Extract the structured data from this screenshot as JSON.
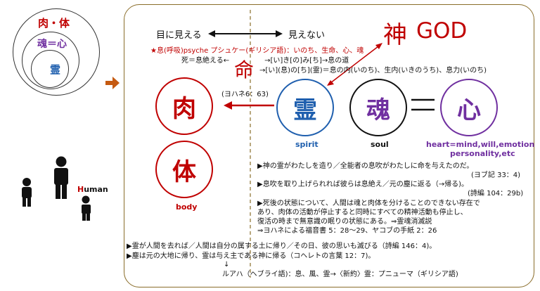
{
  "concentric": {
    "outer_label": "肉・体",
    "middle_label": "魂＝心",
    "inner_label": "霊"
  },
  "human_label": {
    "first_letter": "H",
    "rest": "uman"
  },
  "header": {
    "visible": "目に見える",
    "invisible": "見えない"
  },
  "god": {
    "kanji": "神",
    "english": "GOD"
  },
  "etymology": {
    "line1": "★息(呼吸)psyche プシュケー(ギリシア語)：いのち、生命、心、魂",
    "line2": "死＝息絶える←　　　　　→[い]き[の]み[ち]→息の道",
    "line3": "→[い](息)の[ち](霊)＝息の内(いのち)、生内(いきのうち)、息力(いのち)",
    "inochi_kanji": "命"
  },
  "elements": {
    "flesh": "肉",
    "body": "体",
    "body_label": "body",
    "spirit": "霊",
    "spirit_label": "spirit",
    "soul": "魂",
    "soul_label": "soul",
    "heart": "心",
    "heart_label_1": "heart=mind,will,emotion",
    "heart_label_2": "personality,etc",
    "equals": "＝",
    "john_ref": "(ヨハネ6：63)"
  },
  "notes": {
    "n1": "▶神の霊がわたしを造り／全能者の息吹がわたしに命を与えたのだ。",
    "n1_ref": "(ヨブ記 33：4)",
    "n2": "▶息吹を取り上げられれば彼らは息絶え／元の塵に返る（→帰る)。",
    "n2_ref": "(詩編 104：29b)",
    "n3_1": "▶死後の状態について、人間は魂と肉体を分けることのできない存在で",
    "n3_2": "あり、肉体の活動が停止すると同時にすべての精神活動も停止し、",
    "n3_3": "復活の時まで無意識の眠りの状態にある。⇒霊魂消滅説",
    "n3_4": "⇒ヨハネによる福音書 5：28〜29、ヤコブの手紙 2：26"
  },
  "bottom": {
    "b1": "▶霊が人間を去れば／人間は自分の属する土に帰り／その日、彼の思いも滅びる（詩編 146：4)。",
    "b2": "▶塵は元の大地に帰り、霊は与え主である神に帰る（コヘレトの言葉 12：7)。",
    "arrow": "↓",
    "b3": "ルアハ（ヘブライ語)：息、風、霊→〈新約〉霊：プニューマ（ギリシア語)"
  },
  "colors": {
    "red": "#c00000",
    "blue": "#1f5fae",
    "purple": "#7030a0",
    "gold": "#8a6d2a",
    "arrow_orange": "#c55a11"
  }
}
